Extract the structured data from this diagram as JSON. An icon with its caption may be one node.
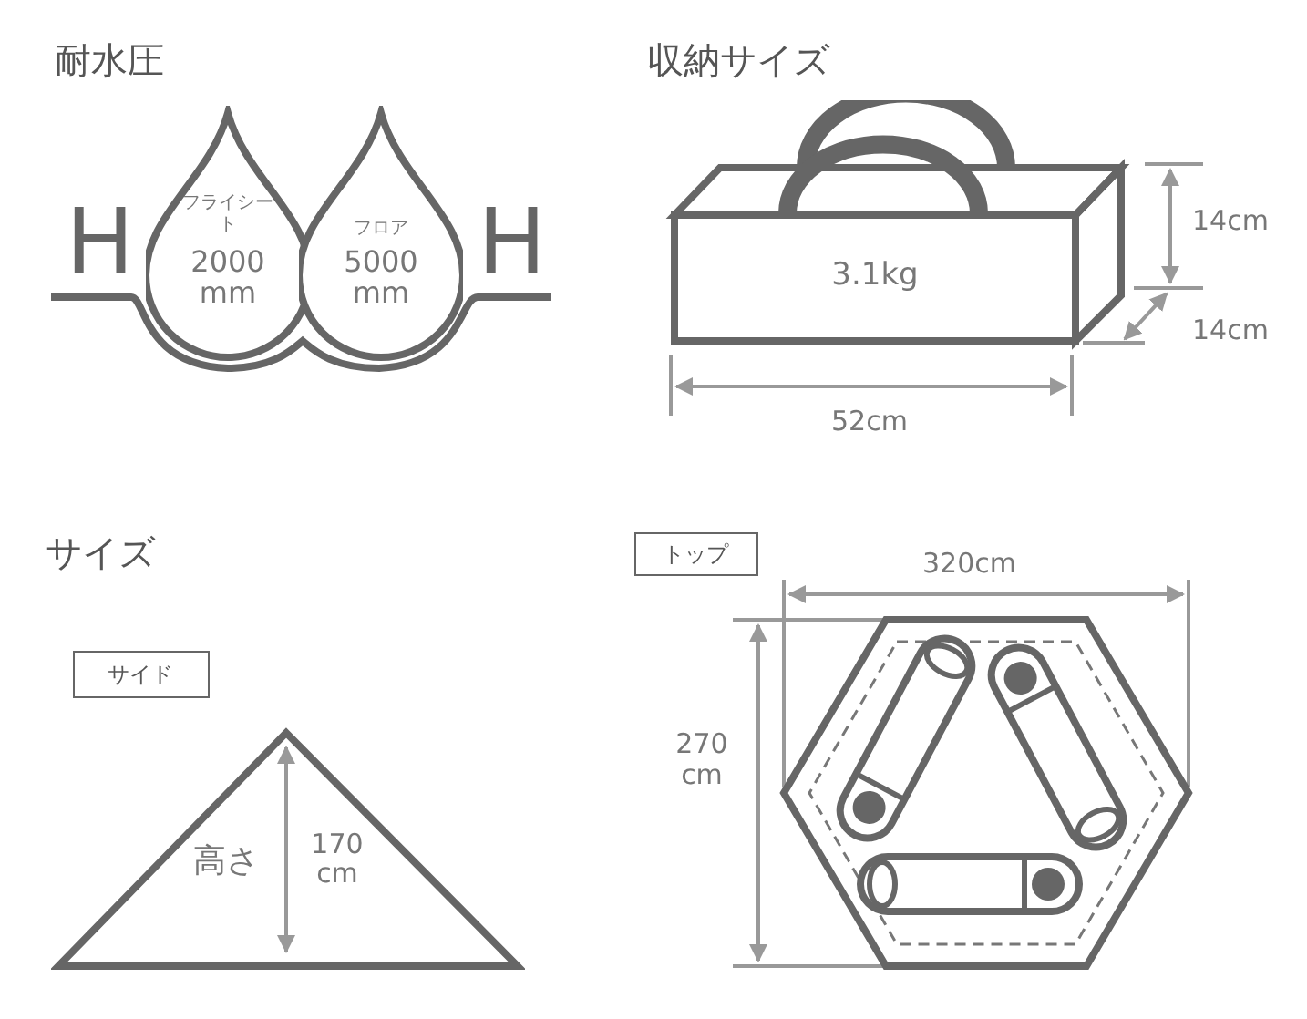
{
  "diagram": {
    "nodes": [
      {
        "text": [
          "フライシート",
          "2000 mm"
        ]
      },
      {
        "text": [
          "フロア",
          "5000 mm"
        ]
      },
      {
        "text": [
          "3.1kg"
        ]
      },
      {
        "text": [
          "サイド"
        ]
      },
      {
        "text": [
          "高さ",
          "170 cm"
        ]
      },
      {
        "text": [
          "トップ"
        ]
      }
    ],
    "labels": [
      "耐水圧",
      "収納サイズ",
      "H",
      "H",
      "14cm",
      "14cm",
      "52cm",
      "サイズ",
      "320cm",
      "270 cm"
    ]
  }
}
